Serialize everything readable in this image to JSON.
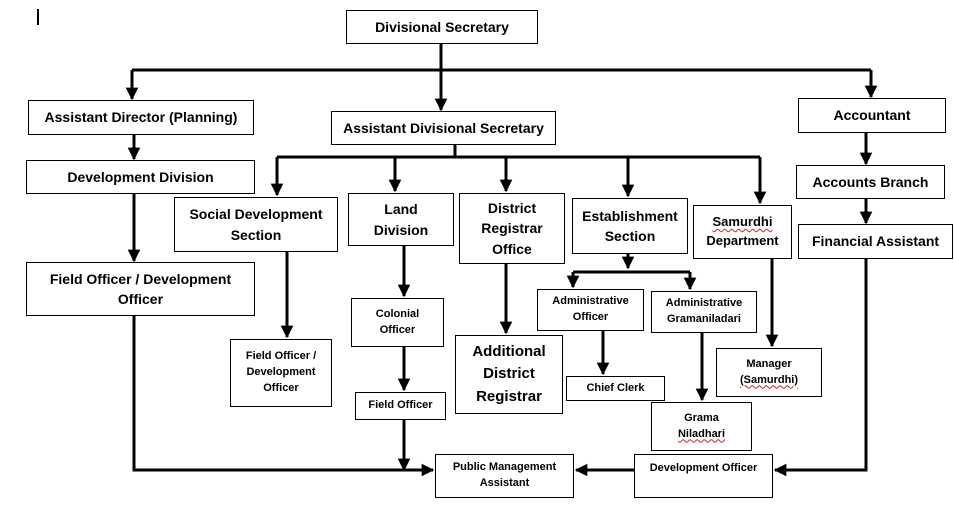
{
  "boxes": {
    "divisional_secretary": "Divisional Secretary",
    "assistant_director_planning": "Assistant Director (Planning)",
    "assistant_divisional_secretary": "Assistant Divisional Secretary",
    "accountant": "Accountant",
    "development_division": "Development Division",
    "accounts_branch": "Accounts Branch",
    "financial_assistant": "Financial Assistant",
    "field_officer_development_officer_left": "Field Officer / Development\nOfficer",
    "social_development_section": "Social Development\nSection",
    "land_division": "Land\nDivision",
    "district_registrar_office": "District\nRegistrar\nOffice",
    "establishment_section": "Establishment\nSection",
    "samurdhi_department_word": "Samurdhi",
    "samurdhi_department_rest": "Department",
    "administrative_officer": "Administrative\nOfficer",
    "administrative_gramaniladari": "Administrative\nGramaniladari",
    "colonial_officer": "Colonial\nOfficer",
    "field_officer_development_officer_mid": "Field Officer /\nDevelopment\nOfficer",
    "field_officer": "Field Officer",
    "additional_district_registrar": "Additional\nDistrict\nRegistrar",
    "chief_clerk": "Chief Clerk",
    "manager_label": "Manager",
    "manager_samurdhi": "(Samurdhi)",
    "grama_label": "Grama",
    "grama_niladhari": "Niladhari",
    "public_management_assistant": "Public Management\nAssistant",
    "development_officer": "Development Officer"
  }
}
